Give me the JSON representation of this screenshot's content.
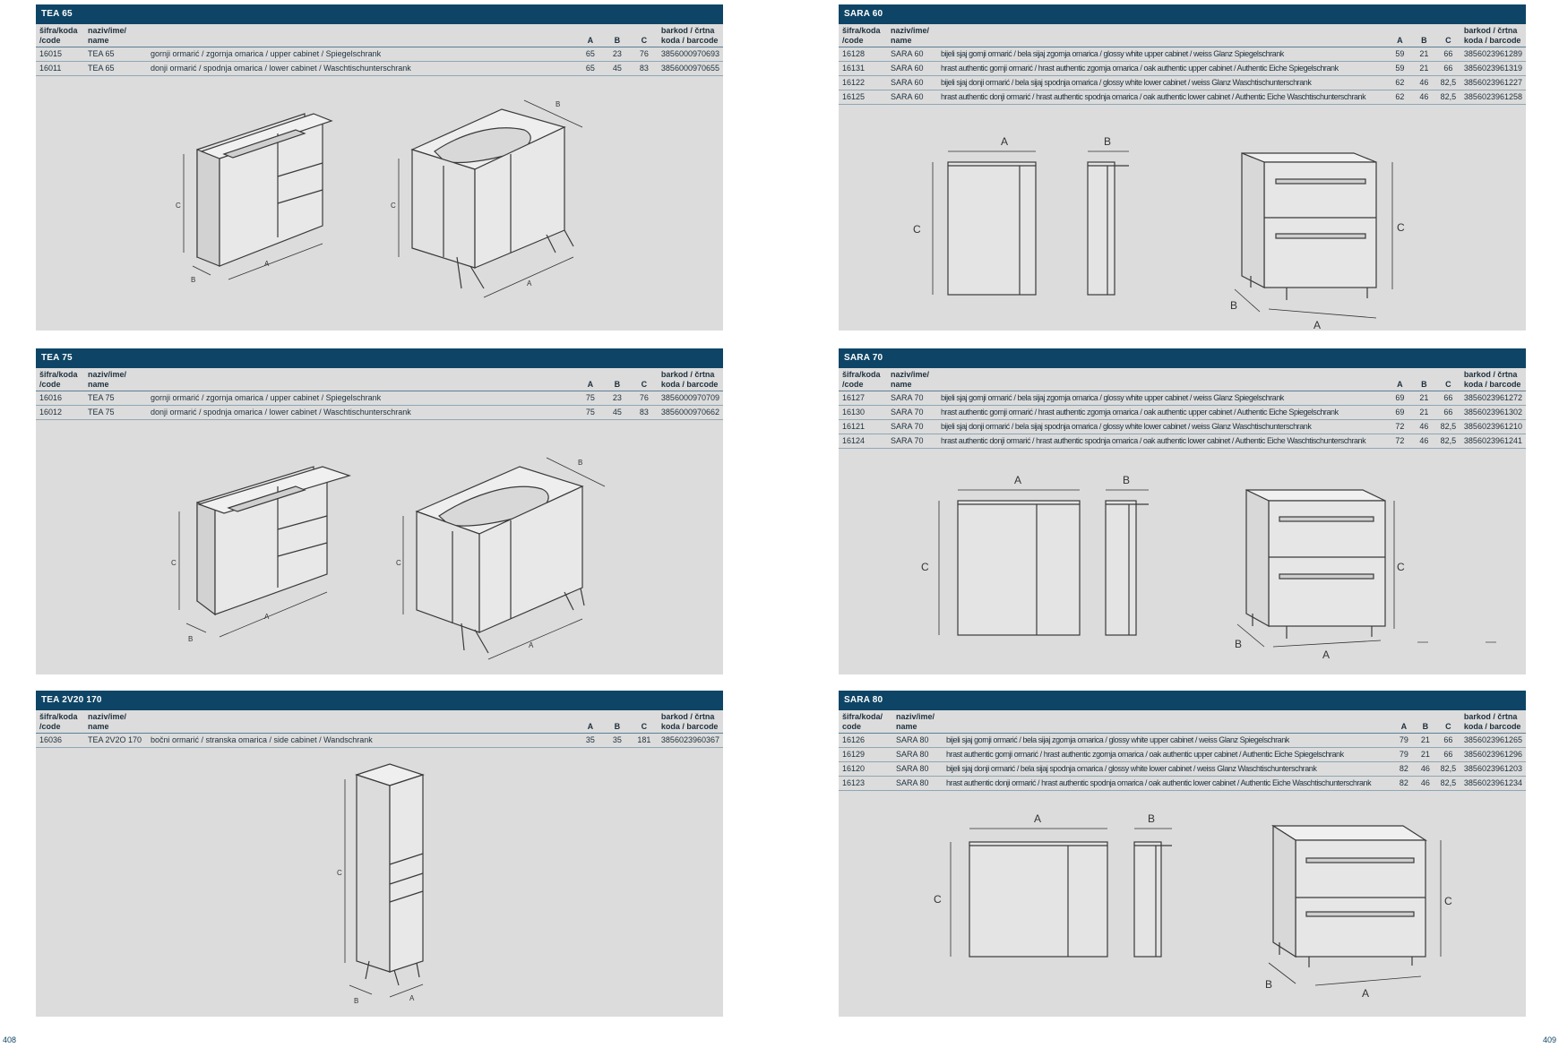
{
  "headers": {
    "code": "šifra/koda /code",
    "code_alt": "šifra/koda/ code",
    "name": "naziv/ime/ name",
    "a": "A",
    "b": "B",
    "c": "C",
    "barcode": "barkod / črtna koda / barcode"
  },
  "panels": {
    "tea65": {
      "title": "TEA 65",
      "rows": [
        {
          "code": "16015",
          "name": "TEA 65",
          "desc": "gornji ormarić / zgornja omarica / upper cabinet / Spiegelschrank",
          "a": "65",
          "b": "23",
          "c": "76",
          "barcode": "3856000970693"
        },
        {
          "code": "16011",
          "name": "TEA 65",
          "desc": "donji ormarić / spodnja omarica / lower cabinet / Waschtischunterschrank",
          "a": "65",
          "b": "45",
          "c": "83",
          "barcode": "3856000970655"
        }
      ]
    },
    "tea75": {
      "title": "TEA 75",
      "rows": [
        {
          "code": "16016",
          "name": "TEA 75",
          "desc": "gornji ormarić / zgornja omarica / upper cabinet / Spiegelschrank",
          "a": "75",
          "b": "23",
          "c": "76",
          "barcode": "3856000970709"
        },
        {
          "code": "16012",
          "name": "TEA 75",
          "desc": "donji ormarić / spodnja omarica / lower cabinet / Waschtischunterschrank",
          "a": "75",
          "b": "45",
          "c": "83",
          "barcode": "3856000970662"
        }
      ]
    },
    "tea2v20": {
      "title": "TEA 2V20 170",
      "rows": [
        {
          "code": "16036",
          "name": "TEA 2V2O 170",
          "desc": "bočni ormarić / stranska omarica / side cabinet / Wandschrank",
          "a": "35",
          "b": "35",
          "c": "181",
          "barcode": "3856023960367"
        }
      ]
    },
    "sara60": {
      "title": "SARA 60",
      "rows": [
        {
          "code": "16128",
          "name": "SARA 60",
          "desc": "bijeli sjaj gornji ormarić / bela sijaj zgornja omarica / glossy white upper cabinet / weiss Glanz Spiegelschrank",
          "a": "59",
          "b": "21",
          "c": "66",
          "barcode": "3856023961289"
        },
        {
          "code": "16131",
          "name": "SARA 60",
          "desc": "hrast authentic gornji ormarić / hrast authentic zgornja omarica / oak authentic upper cabinet / Authentic Eiche Spiegelschrank",
          "a": "59",
          "b": "21",
          "c": "66",
          "barcode": "3856023961319"
        },
        {
          "code": "16122",
          "name": "SARA 60",
          "desc": "bijeli sjaj donji ormarić / bela sijaj spodnja omarica / glossy white lower cabinet / weiss Glanz Waschtischunterschrank",
          "a": "62",
          "b": "46",
          "c": "82,5",
          "barcode": "3856023961227"
        },
        {
          "code": "16125",
          "name": "SARA 60",
          "desc": "hrast authentic donji ormarić / hrast authentic spodnja omarica / oak authentic lower cabinet / Authentic Eiche Waschtischunterschrank",
          "a": "62",
          "b": "46",
          "c": "82,5",
          "barcode": "3856023961258"
        }
      ]
    },
    "sara70": {
      "title": "SARA 70",
      "rows": [
        {
          "code": "16127",
          "name": "SARA 70",
          "desc": "bijeli sjaj gornji ormarić / bela sijaj zgornja omarica / glossy white upper cabinet / weiss Glanz Spiegelschrank",
          "a": "69",
          "b": "21",
          "c": "66",
          "barcode": "3856023961272"
        },
        {
          "code": "16130",
          "name": "SARA 70",
          "desc": "hrast authentic gornji ormarić / hrast authentic zgornja omarica / oak authentic upper cabinet / Authentic Eiche Spiegelschrank",
          "a": "69",
          "b": "21",
          "c": "66",
          "barcode": "3856023961302"
        },
        {
          "code": "16121",
          "name": "SARA 70",
          "desc": "bijeli sjaj donji ormarić / bela sijaj spodnja omarica / glossy white lower cabinet / weiss Glanz Waschtischunterschrank",
          "a": "72",
          "b": "46",
          "c": "82,5",
          "barcode": "3856023961210"
        },
        {
          "code": "16124",
          "name": "SARA 70",
          "desc": "hrast authentic donji ormarić / hrast authentic spodnja omarica / oak authentic lower cabinet / Authentic Eiche Waschtischunterschrank",
          "a": "72",
          "b": "46",
          "c": "82,5",
          "barcode": "3856023961241"
        }
      ]
    },
    "sara80": {
      "title": "SARA 80",
      "rows": [
        {
          "code": "16126",
          "name": "SARA 80",
          "desc": "bijeli sjaj gornji ormarić / bela sijaj zgornja omarica / glossy white upper cabinet / weiss Glanz Spiegelschrank",
          "a": "79",
          "b": "21",
          "c": "66",
          "barcode": "3856023961265"
        },
        {
          "code": "16129",
          "name": "SARA 80",
          "desc": "hrast authentic gornji ormarić / hrast authentic zgornja omarica / oak authentic upper cabinet / Authentic Eiche Spiegelschrank",
          "a": "79",
          "b": "21",
          "c": "66",
          "barcode": "3856023961296"
        },
        {
          "code": "16120",
          "name": "SARA 80",
          "desc": "bijeli sjaj donji ormarić / bela sijaj spodnja omarica / glossy white lower cabinet / weiss Glanz Waschtischunterschrank",
          "a": "82",
          "b": "46",
          "c": "82,5",
          "barcode": "3856023961203"
        },
        {
          "code": "16123",
          "name": "SARA 80",
          "desc": "hrast authentic donji ormarić / hrast authentic spodnja omarica / oak authentic lower cabinet / Authentic Eiche Waschtischunterschrank",
          "a": "82",
          "b": "46",
          "c": "82,5",
          "barcode": "3856023961234"
        }
      ]
    }
  },
  "page_numbers": {
    "left": "408",
    "right": "409"
  },
  "colors": {
    "header_band": "#0e4566",
    "panel_bg": "#dcdcdc",
    "text": "#1d2f3c"
  }
}
